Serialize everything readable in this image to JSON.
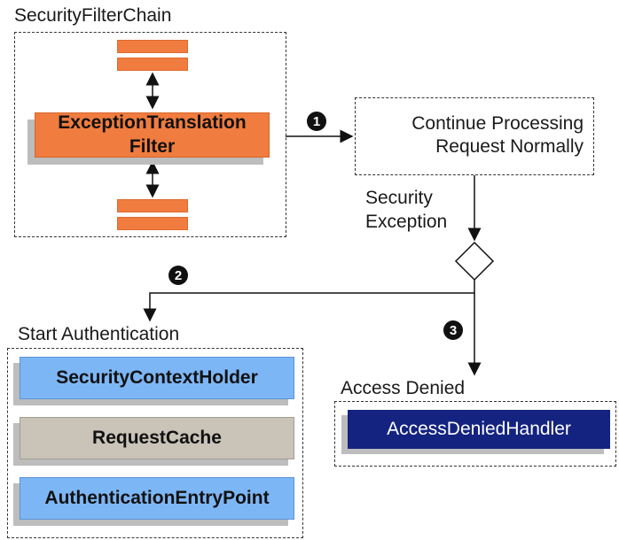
{
  "filter_chain": {
    "title": "SecurityFilterChain",
    "main_filter": [
      "ExceptionTranslation",
      "Filter"
    ]
  },
  "continue_box": [
    "Continue Processing",
    "Request Normally"
  ],
  "security_exception": [
    "Security",
    "Exception"
  ],
  "start_auth": {
    "title": "Start Authentication",
    "items": [
      "SecurityContextHolder",
      "RequestCache",
      "AuthenticationEntryPoint"
    ]
  },
  "access_denied": {
    "title": "Access Denied",
    "handler": "AccessDeniedHandler"
  },
  "steps": [
    "1",
    "2",
    "3"
  ],
  "colors": {
    "filter_orange": "#f07c3f",
    "blue": "#7db6f5",
    "gray": "#c9c3b8",
    "navy": "#14237f"
  }
}
